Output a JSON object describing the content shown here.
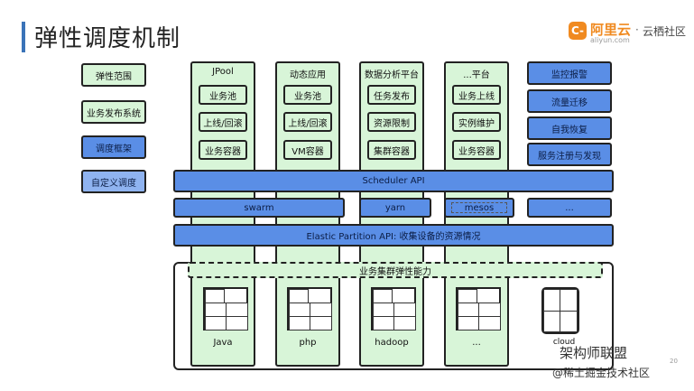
{
  "slide": {
    "title": "弹性调度机制",
    "page_number": "20"
  },
  "logo": {
    "brand": "阿里云",
    "domain": "aliyun.com",
    "separator": "·",
    "community": "云栖社区",
    "icon_glyph": "C-"
  },
  "left_panel": [
    "弹性范围",
    "业务发布系统",
    "调度框架",
    "自定义调度"
  ],
  "columns": [
    {
      "title": "JPool",
      "items": [
        "业务池",
        "上线/回滚",
        "业务容器"
      ]
    },
    {
      "title": "动态应用",
      "items": [
        "业务池",
        "上线/回滚",
        "VM容器"
      ]
    },
    {
      "title": "数据分析平台",
      "items": [
        "任务发布",
        "资源限制",
        "集群容器"
      ]
    },
    {
      "title": "...平台",
      "items": [
        "业务上线",
        "实例维护",
        "业务容器"
      ]
    }
  ],
  "right_panel": [
    "监控报警",
    "流量迁移",
    "自我恢复",
    "服务注册与发现"
  ],
  "scheduler_api": "Scheduler API",
  "schedulers": [
    "swarm",
    "yarn",
    "mesos",
    "..."
  ],
  "elastic_partition_api": "Elastic Partition API: 收集设备的资源情况",
  "cluster_elasticity": "业务集群弹性能力",
  "runtimes": [
    "Java",
    "php",
    "hadoop",
    "...",
    "cloud"
  ],
  "watermark": {
    "line1": "架构师联盟",
    "line2": "@稀土掘金技术社区"
  },
  "colors": {
    "mint": "#d8f5d8",
    "blue": "#5a8ee6",
    "light_blue": "#8fb3f0",
    "title_accent": "#3a73b8",
    "brand_orange": "#f08a20"
  }
}
